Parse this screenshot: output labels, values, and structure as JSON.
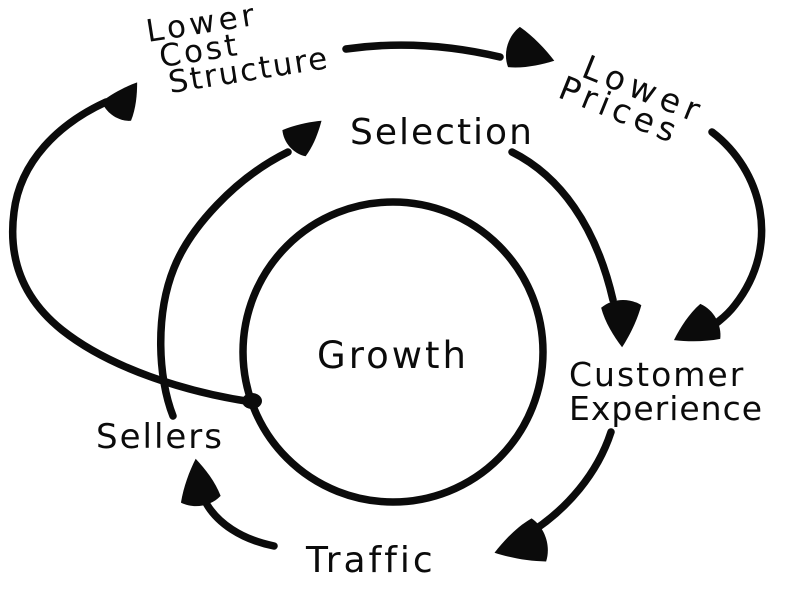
{
  "diagram_type": "hand-drawn growth flywheel cycle",
  "colors": {
    "ink": "#0b0b0b",
    "background": "#ffffff"
  },
  "nodes": {
    "growth": {
      "label": "Growth"
    },
    "selection": {
      "label": "Selection"
    },
    "lower_cost_structure": {
      "lines": [
        "Lower",
        "Cost",
        "Structure"
      ]
    },
    "lower_prices": {
      "lines": [
        "Lower",
        "Prices"
      ]
    },
    "customer_experience": {
      "lines": [
        "Customer",
        "Experience"
      ]
    },
    "sellers": {
      "label": "Sellers"
    },
    "traffic": {
      "label": "Traffic"
    }
  },
  "edges": [
    {
      "from": "growth",
      "to": "lower_cost_structure"
    },
    {
      "from": "lower_cost_structure",
      "to": "lower_prices"
    },
    {
      "from": "lower_prices",
      "to": "customer_experience"
    },
    {
      "from": "selection",
      "to": "customer_experience"
    },
    {
      "from": "customer_experience",
      "to": "traffic"
    },
    {
      "from": "traffic",
      "to": "sellers"
    },
    {
      "from": "sellers",
      "to": "selection"
    }
  ]
}
